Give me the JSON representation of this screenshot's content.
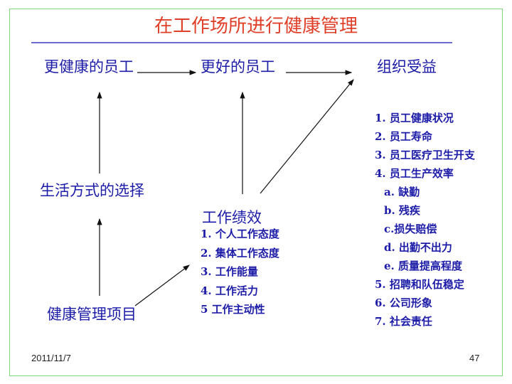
{
  "title": "在工作场所进行健康管理",
  "nodes": {
    "healthier": "更健康的员工",
    "better": "更好的员工",
    "benefit": "组织受益",
    "lifestyle": "生活方式的选择",
    "performance": "工作绩效",
    "program": "健康管理项目"
  },
  "performance_items": [
    "1.  个人工作态度",
    "2.  集体工作态度",
    "3.  工作能量",
    "4.  工作活力",
    "5  工作主动性"
  ],
  "benefit_items": [
    "1. 员工健康状况",
    "2. 员工寿命",
    "3. 员工医疗卫生开支",
    "4. 员工生产效率",
    "a. 缺勤",
    "b. 残疾",
    "c.损失赔偿",
    "d. 出勤不出力",
    "e. 质量提高程度",
    "5.  招聘和队伍稳定",
    "6. 公司形象",
    "7. 社会责任"
  ],
  "footer": {
    "date": "2011/11/7",
    "page": "47"
  }
}
